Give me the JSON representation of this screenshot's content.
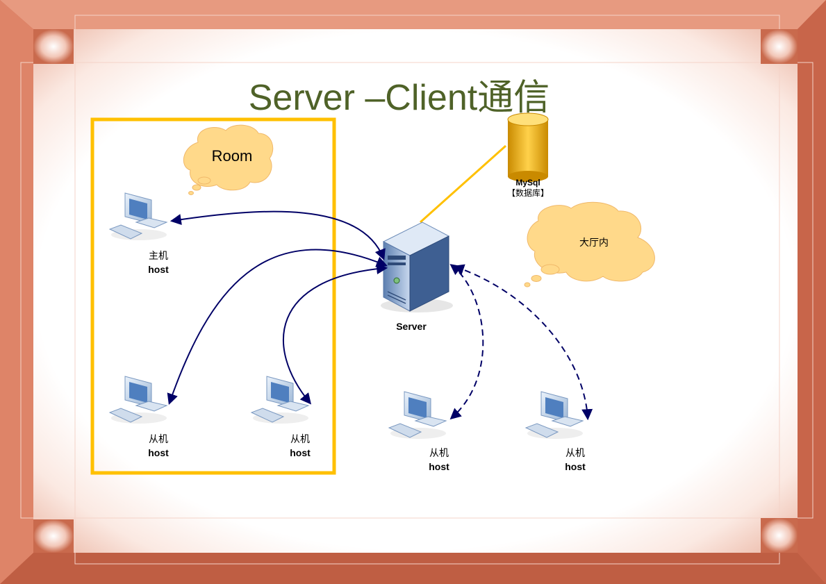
{
  "title": "Server –Client通信",
  "room_label": "Room",
  "hall_label": "大厅内",
  "db": {
    "name": "MySql",
    "sub": "【数据库】"
  },
  "server_label": "Server",
  "hosts": [
    {
      "role": "主机",
      "name": "host"
    },
    {
      "role": "从机",
      "name": "host"
    },
    {
      "role": "从机",
      "name": "host"
    },
    {
      "role": "从机",
      "name": "host"
    },
    {
      "role": "从机",
      "name": "host"
    }
  ],
  "colors": {
    "frame": "#cf6f52",
    "title": "#4f6228",
    "room_border": "#ffc000",
    "arrow": "#000066",
    "cloud": "#ffd98a"
  }
}
